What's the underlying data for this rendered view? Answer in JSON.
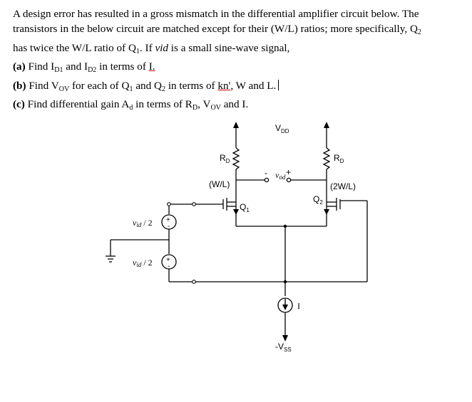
{
  "problem": {
    "intro1": "A design error has resulted in a gross mismatch in the differential amplifier circuit below. The",
    "intro2a": "transistors in the below circuit are matched except for their (W/L) ratios; more specifically, Q",
    "intro2sub": "2",
    "intro3a": "has twice the W/L ratio of Q",
    "intro3sub": "1",
    "intro3b": ". If ",
    "intro3vid": "vid",
    "intro3c": " is a small sine-wave signal,",
    "a_label": "(a)",
    "a_text1": " Find I",
    "a_sub1": "D1",
    "a_text2": " and I",
    "a_sub2": "D2",
    "a_text3": " in terms of ",
    "a_I": "I.",
    "b_label": "(b)",
    "b_text1": " Find V",
    "b_sub1": "OV",
    "b_text2": " for each of Q",
    "b_sub2": "1",
    "b_text3": " and Q",
    "b_sub3": "2",
    "b_text4": " in terms of ",
    "b_kn": "kn'",
    "b_text5": ", W and L.",
    "c_label": "(c)",
    "c_text1": " Find differential gain A",
    "c_sub1": "d",
    "c_text2": " in terms of R",
    "c_sub2": "D",
    "c_text3": ", V",
    "c_sub3": "OV",
    "c_text4": " and I."
  },
  "circuit": {
    "vdd": "V",
    "vdd_sub": "DD",
    "rd_left": "R",
    "rd_left_sub": "D",
    "rd_right": "R",
    "rd_right_sub": "D",
    "wl_left": "(W/L)",
    "wl_right": "(2W/L)",
    "q1": "Q",
    "q1_sub": "1",
    "q2": "Q",
    "q2_sub": "2",
    "vod": "v",
    "vod_sub": "od",
    "minus": "-",
    "plus": "+",
    "vid_top": "v",
    "vid_top_sub": "id",
    "vid_top_div": " / 2",
    "vid_bot": "v",
    "vid_bot_sub": "id",
    "vid_bot_div": " / 2",
    "src_plus": "+",
    "src_minus": "-",
    "current_label": "I",
    "vss": "-V",
    "vss_sub": "SS"
  }
}
